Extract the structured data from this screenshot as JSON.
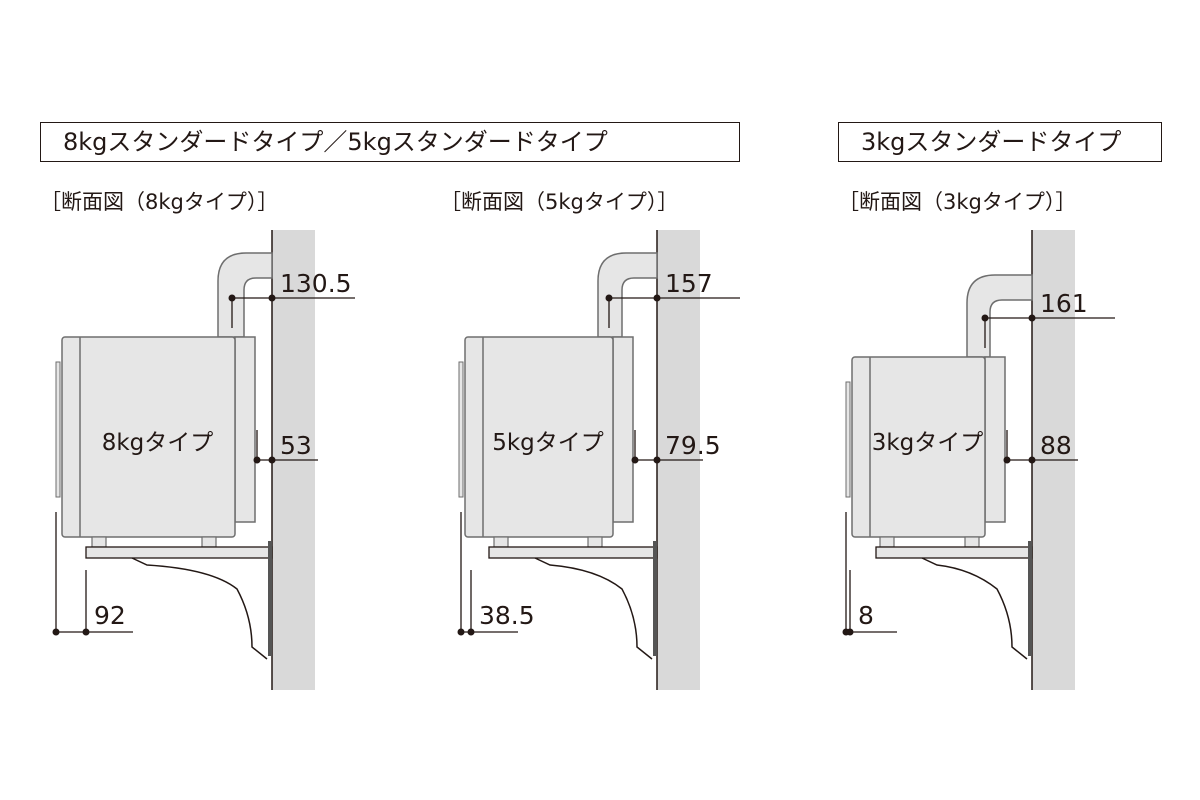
{
  "headers": [
    {
      "label": "8kgスタンダードタイプ／5kgスタンダードタイプ"
    },
    {
      "label": "3kgスタンダードタイプ"
    }
  ],
  "diagrams": [
    {
      "subtitle": "［断面図（8kgタイプ）］",
      "unit_label": "8kgタイプ",
      "duct_dim": "130.5",
      "back_dim": "53",
      "front_dim": "92"
    },
    {
      "subtitle": "［断面図（5kgタイプ）］",
      "unit_label": "5kgタイプ",
      "duct_dim": "157",
      "back_dim": "79.5",
      "front_dim": "38.5"
    },
    {
      "subtitle": "［断面図（3kgタイプ）］",
      "unit_label": "3kgタイプ",
      "duct_dim": "161",
      "back_dim": "88",
      "front_dim": "8"
    }
  ],
  "colors": {
    "wall": "#d9d9d9",
    "unit_fill": "#e6e6e6",
    "line": "#231815",
    "unit_stroke": "#6e6e6e"
  }
}
